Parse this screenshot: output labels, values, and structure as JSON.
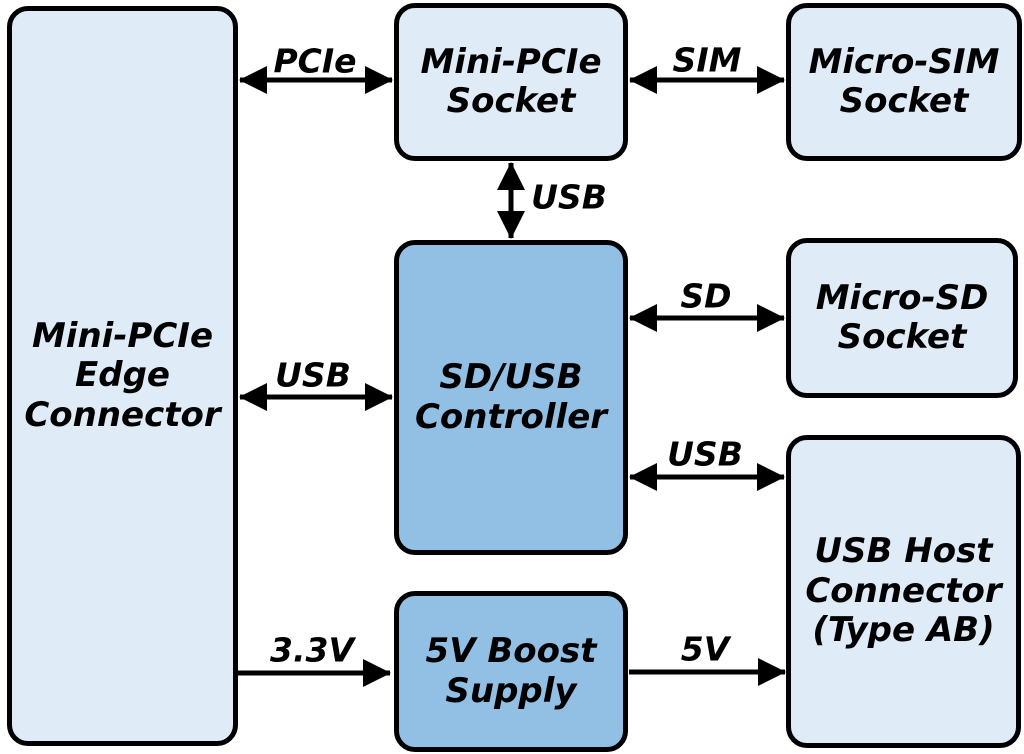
{
  "diagram": {
    "nodes": {
      "edge_connector": {
        "label": "Mini-PCIe\nEdge\nConnector"
      },
      "mini_pcie_socket": {
        "label": "Mini-PCIe\nSocket"
      },
      "micro_sim_socket": {
        "label": "Micro-SIM\nSocket"
      },
      "sd_usb_controller": {
        "label": "SD/USB\nController"
      },
      "micro_sd_socket": {
        "label": "Micro-SD\nSocket"
      },
      "usb_host_connector": {
        "label": "USB Host\nConnector\n(Type AB)"
      },
      "boost_supply": {
        "label": "5V Boost\nSupply"
      }
    },
    "edges": {
      "pcie": {
        "label": "PCIe",
        "from": "edge_connector",
        "to": "mini_pcie_socket",
        "direction": "bidirectional"
      },
      "sim": {
        "label": "SIM",
        "from": "mini_pcie_socket",
        "to": "micro_sim_socket",
        "direction": "bidirectional"
      },
      "usb_socket_link": {
        "label": "USB",
        "from": "mini_pcie_socket",
        "to": "sd_usb_controller",
        "direction": "bidirectional"
      },
      "usb_edge_link": {
        "label": "USB",
        "from": "edge_connector",
        "to": "sd_usb_controller",
        "direction": "bidirectional"
      },
      "sd_link": {
        "label": "SD",
        "from": "sd_usb_controller",
        "to": "micro_sd_socket",
        "direction": "bidirectional"
      },
      "usb_host_link": {
        "label": "USB",
        "from": "sd_usb_controller",
        "to": "usb_host_connector",
        "direction": "bidirectional"
      },
      "rail_3v3": {
        "label": "3.3V",
        "from": "edge_connector",
        "to": "boost_supply",
        "direction": "unidirectional"
      },
      "rail_5v": {
        "label": "5V",
        "from": "boost_supply",
        "to": "usb_host_connector",
        "direction": "unidirectional"
      }
    },
    "colors": {
      "node_light": "#dfebf7",
      "node_dark": "#92bfe4",
      "node_border": "#000000",
      "wire": "#000000",
      "label_text": "#000000",
      "background": "#ffffff"
    }
  }
}
